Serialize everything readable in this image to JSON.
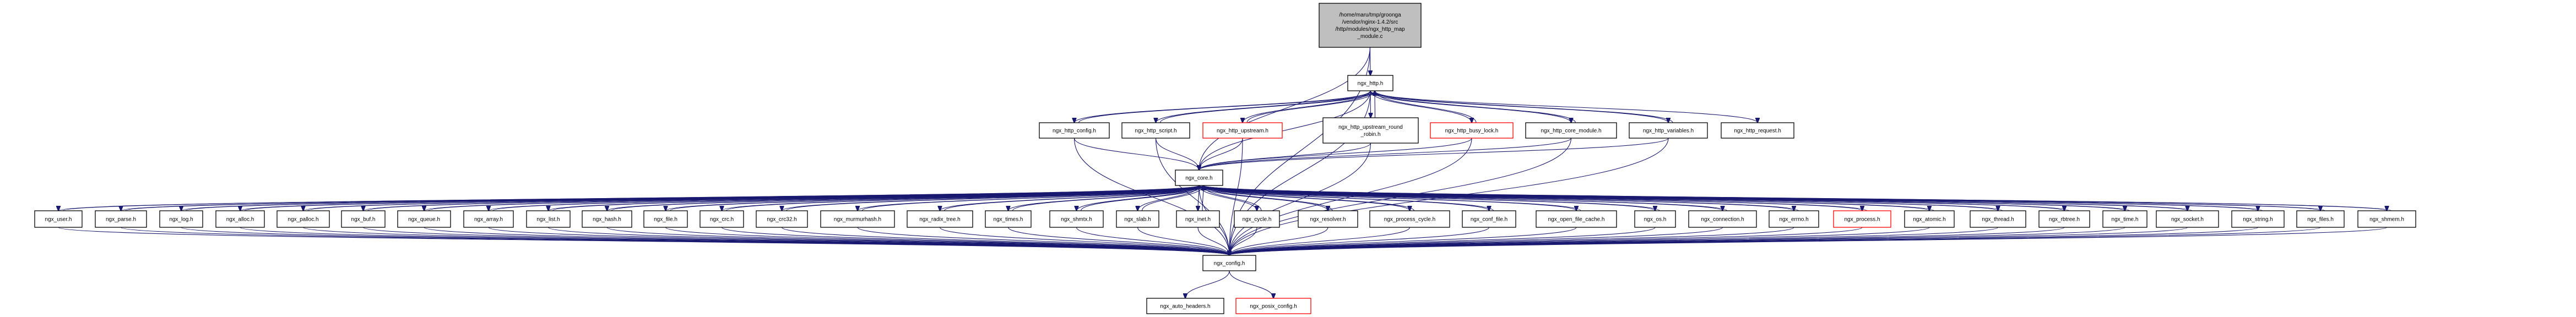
{
  "title": "Include dependency graph for ngx_http_map_module.c",
  "colors": {
    "edge": "#191970",
    "root_fill": "#bfbfbf",
    "node_border": "#000000",
    "missing_border": "#ff0000",
    "background": "#ffffff"
  },
  "nodes": [
    {
      "id": "root",
      "lines": [
        "/home/maru/tmp/groonga",
        "/vendor/nginx-1.4.2/src",
        "/http/modules/ngx_http_map",
        "_module.c"
      ],
      "kind": "root"
    },
    {
      "id": "ngx_http_h",
      "lines": [
        "ngx_http.h"
      ],
      "kind": "normal"
    },
    {
      "id": "ngx_http_config_h",
      "lines": [
        "ngx_http_config.h"
      ],
      "kind": "normal"
    },
    {
      "id": "ngx_http_script_h",
      "lines": [
        "ngx_http_script.h"
      ],
      "kind": "normal"
    },
    {
      "id": "ngx_http_upstream_h",
      "lines": [
        "ngx_http_upstream.h"
      ],
      "kind": "missing"
    },
    {
      "id": "ngx_http_upstream_round_robin_h",
      "lines": [
        "ngx_http_upstream_round",
        "_robin.h"
      ],
      "kind": "normal"
    },
    {
      "id": "ngx_http_busy_lock_h",
      "lines": [
        "ngx_http_busy_lock.h"
      ],
      "kind": "missing"
    },
    {
      "id": "ngx_http_core_module_h",
      "lines": [
        "ngx_http_core_module.h"
      ],
      "kind": "normal"
    },
    {
      "id": "ngx_http_variables_h",
      "lines": [
        "ngx_http_variables.h"
      ],
      "kind": "normal"
    },
    {
      "id": "ngx_http_request_h",
      "lines": [
        "ngx_http_request.h"
      ],
      "kind": "normal"
    },
    {
      "id": "ngx_core_h",
      "lines": [
        "ngx_core.h"
      ],
      "kind": "normal"
    },
    {
      "id": "ngx_user_h",
      "lines": [
        "ngx_user.h"
      ],
      "kind": "normal"
    },
    {
      "id": "ngx_parse_h",
      "lines": [
        "ngx_parse.h"
      ],
      "kind": "normal"
    },
    {
      "id": "ngx_log_h",
      "lines": [
        "ngx_log.h"
      ],
      "kind": "normal"
    },
    {
      "id": "ngx_alloc_h",
      "lines": [
        "ngx_alloc.h"
      ],
      "kind": "normal"
    },
    {
      "id": "ngx_palloc_h",
      "lines": [
        "ngx_palloc.h"
      ],
      "kind": "normal"
    },
    {
      "id": "ngx_buf_h",
      "lines": [
        "ngx_buf.h"
      ],
      "kind": "normal"
    },
    {
      "id": "ngx_queue_h",
      "lines": [
        "ngx_queue.h"
      ],
      "kind": "normal"
    },
    {
      "id": "ngx_array_h",
      "lines": [
        "ngx_array.h"
      ],
      "kind": "normal"
    },
    {
      "id": "ngx_list_h",
      "lines": [
        "ngx_list.h"
      ],
      "kind": "normal"
    },
    {
      "id": "ngx_hash_h",
      "lines": [
        "ngx_hash.h"
      ],
      "kind": "normal"
    },
    {
      "id": "ngx_file_h",
      "lines": [
        "ngx_file.h"
      ],
      "kind": "normal"
    },
    {
      "id": "ngx_crc_h",
      "lines": [
        "ngx_crc.h"
      ],
      "kind": "normal"
    },
    {
      "id": "ngx_crc32_h",
      "lines": [
        "ngx_crc32.h"
      ],
      "kind": "normal"
    },
    {
      "id": "ngx_murmurhash_h",
      "lines": [
        "ngx_murmurhash.h"
      ],
      "kind": "normal"
    },
    {
      "id": "ngx_radix_tree_h",
      "lines": [
        "ngx_radix_tree.h"
      ],
      "kind": "normal"
    },
    {
      "id": "ngx_times_h",
      "lines": [
        "ngx_times.h"
      ],
      "kind": "normal"
    },
    {
      "id": "ngx_shmtx_h",
      "lines": [
        "ngx_shmtx.h"
      ],
      "kind": "normal"
    },
    {
      "id": "ngx_slab_h",
      "lines": [
        "ngx_slab.h"
      ],
      "kind": "normal"
    },
    {
      "id": "ngx_inet_h",
      "lines": [
        "ngx_inet.h"
      ],
      "kind": "normal"
    },
    {
      "id": "ngx_cycle_h",
      "lines": [
        "ngx_cycle.h"
      ],
      "kind": "normal"
    },
    {
      "id": "ngx_resolver_h",
      "lines": [
        "ngx_resolver.h"
      ],
      "kind": "normal"
    },
    {
      "id": "ngx_process_cycle_h",
      "lines": [
        "ngx_process_cycle.h"
      ],
      "kind": "normal"
    },
    {
      "id": "ngx_conf_file_h",
      "lines": [
        "ngx_conf_file.h"
      ],
      "kind": "normal"
    },
    {
      "id": "ngx_open_file_cache_h",
      "lines": [
        "ngx_open_file_cache.h"
      ],
      "kind": "normal"
    },
    {
      "id": "ngx_os_h",
      "lines": [
        "ngx_os.h"
      ],
      "kind": "normal"
    },
    {
      "id": "ngx_connection_h",
      "lines": [
        "ngx_connection.h"
      ],
      "kind": "normal"
    },
    {
      "id": "ngx_errno_h",
      "lines": [
        "ngx_errno.h"
      ],
      "kind": "normal"
    },
    {
      "id": "ngx_process_h",
      "lines": [
        "ngx_process.h"
      ],
      "kind": "missing"
    },
    {
      "id": "ngx_atomic_h",
      "lines": [
        "ngx_atomic.h"
      ],
      "kind": "normal"
    },
    {
      "id": "ngx_thread_h",
      "lines": [
        "ngx_thread.h"
      ],
      "kind": "normal"
    },
    {
      "id": "ngx_rbtree_h",
      "lines": [
        "ngx_rbtree.h"
      ],
      "kind": "normal"
    },
    {
      "id": "ngx_time_h",
      "lines": [
        "ngx_time.h"
      ],
      "kind": "normal"
    },
    {
      "id": "ngx_socket_h",
      "lines": [
        "ngx_socket.h"
      ],
      "kind": "normal"
    },
    {
      "id": "ngx_string_h",
      "lines": [
        "ngx_string.h"
      ],
      "kind": "normal"
    },
    {
      "id": "ngx_files_h",
      "lines": [
        "ngx_files.h"
      ],
      "kind": "normal"
    },
    {
      "id": "ngx_shmem_h",
      "lines": [
        "ngx_shmem.h"
      ],
      "kind": "normal"
    },
    {
      "id": "ngx_config_h",
      "lines": [
        "ngx_config.h"
      ],
      "kind": "normal"
    },
    {
      "id": "ngx_auto_headers_h",
      "lines": [
        "ngx_auto_headers.h"
      ],
      "kind": "normal"
    },
    {
      "id": "ngx_posix_config_h",
      "lines": [
        "ngx_posix_config.h"
      ],
      "kind": "missing"
    }
  ],
  "edges": [
    [
      "root",
      "ngx_http_h"
    ],
    [
      "root",
      "ngx_core_h"
    ],
    [
      "root",
      "ngx_config_h"
    ],
    [
      "ngx_http_h",
      "ngx_http_config_h"
    ],
    [
      "ngx_http_h",
      "ngx_http_script_h"
    ],
    [
      "ngx_http_h",
      "ngx_http_upstream_h"
    ],
    [
      "ngx_http_h",
      "ngx_http_upstream_round_robin_h"
    ],
    [
      "ngx_http_h",
      "ngx_http_busy_lock_h"
    ],
    [
      "ngx_http_h",
      "ngx_http_core_module_h"
    ],
    [
      "ngx_http_h",
      "ngx_http_variables_h"
    ],
    [
      "ngx_http_h",
      "ngx_http_request_h"
    ],
    [
      "ngx_http_h",
      "ngx_core_h"
    ],
    [
      "ngx_http_h",
      "ngx_config_h"
    ],
    [
      "ngx_http_config_h",
      "ngx_http_h"
    ],
    [
      "ngx_http_script_h",
      "ngx_http_h"
    ],
    [
      "ngx_http_upstream_h",
      "ngx_http_h"
    ],
    [
      "ngx_http_upstream_round_robin_h",
      "ngx_http_h"
    ],
    [
      "ngx_http_busy_lock_h",
      "ngx_http_h"
    ],
    [
      "ngx_http_core_module_h",
      "ngx_http_h"
    ],
    [
      "ngx_http_variables_h",
      "ngx_http_h"
    ],
    [
      "ngx_http_config_h",
      "ngx_core_h"
    ],
    [
      "ngx_http_script_h",
      "ngx_core_h"
    ],
    [
      "ngx_http_upstream_h",
      "ngx_core_h"
    ],
    [
      "ngx_http_upstream_round_robin_h",
      "ngx_core_h"
    ],
    [
      "ngx_http_busy_lock_h",
      "ngx_core_h"
    ],
    [
      "ngx_http_core_module_h",
      "ngx_core_h"
    ],
    [
      "ngx_http_variables_h",
      "ngx_core_h"
    ],
    [
      "ngx_http_config_h",
      "ngx_config_h"
    ],
    [
      "ngx_http_script_h",
      "ngx_config_h"
    ],
    [
      "ngx_http_upstream_h",
      "ngx_config_h"
    ],
    [
      "ngx_http_upstream_round_robin_h",
      "ngx_config_h"
    ],
    [
      "ngx_http_busy_lock_h",
      "ngx_config_h"
    ],
    [
      "ngx_http_core_module_h",
      "ngx_config_h"
    ],
    [
      "ngx_http_variables_h",
      "ngx_config_h"
    ],
    [
      "ngx_core_h",
      "ngx_config_h"
    ],
    [
      "ngx_config_h",
      "ngx_auto_headers_h"
    ],
    [
      "ngx_config_h",
      "ngx_posix_config_h"
    ]
  ],
  "core_children": [
    "ngx_user_h",
    "ngx_parse_h",
    "ngx_log_h",
    "ngx_alloc_h",
    "ngx_palloc_h",
    "ngx_buf_h",
    "ngx_queue_h",
    "ngx_array_h",
    "ngx_list_h",
    "ngx_hash_h",
    "ngx_file_h",
    "ngx_crc_h",
    "ngx_crc32_h",
    "ngx_murmurhash_h",
    "ngx_radix_tree_h",
    "ngx_times_h",
    "ngx_shmtx_h",
    "ngx_slab_h",
    "ngx_inet_h",
    "ngx_cycle_h",
    "ngx_resolver_h",
    "ngx_process_cycle_h",
    "ngx_conf_file_h",
    "ngx_open_file_cache_h",
    "ngx_os_h",
    "ngx_connection_h",
    "ngx_errno_h",
    "ngx_process_h",
    "ngx_atomic_h",
    "ngx_thread_h",
    "ngx_rbtree_h",
    "ngx_time_h",
    "ngx_socket_h",
    "ngx_string_h",
    "ngx_files_h",
    "ngx_shmem_h"
  ]
}
